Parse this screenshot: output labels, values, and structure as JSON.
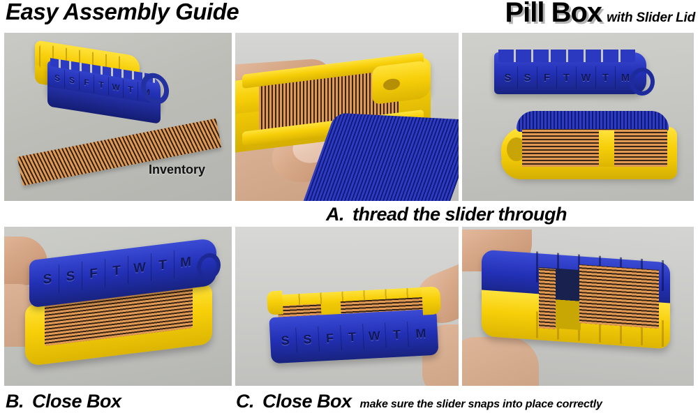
{
  "header": {
    "left_title": "Easy Assembly Guide",
    "product_title": "Pill Box",
    "product_subtitle": "with Slider Lid"
  },
  "day_letters": [
    "S",
    "S",
    "F",
    "T",
    "W",
    "T",
    "M"
  ],
  "panels": [
    {
      "id": "panel-inventory",
      "position": "top-left",
      "annotation": "Inventory",
      "contents": "yellow base tray, blue slider lid with day letters, orange flexible slider strip"
    },
    {
      "id": "panel-thread",
      "position": "top-center",
      "annotation": "",
      "contents": "hand holding yellow base while threading orange and blue slider strip through"
    },
    {
      "id": "panel-threaded",
      "position": "top-right",
      "annotation": "",
      "contents": "blue lid above yellow base with slider looped around base"
    },
    {
      "id": "panel-closed-top",
      "position": "bottom-left",
      "annotation": "",
      "contents": "closed pill box viewed from above, blue lid on yellow base"
    },
    {
      "id": "panel-closed-front",
      "position": "bottom-center",
      "annotation": "",
      "contents": "closed pill box front view with finger, slider segments visible"
    },
    {
      "id": "panel-snap-detail",
      "position": "bottom-right",
      "annotation": "",
      "contents": "angled close-up of closed box showing slider snapped into place"
    }
  ],
  "captions": {
    "a": {
      "letter": "A.",
      "text": "thread the slider through",
      "note": ""
    },
    "b": {
      "letter": "B.",
      "text": "Close Box",
      "note": ""
    },
    "c": {
      "letter": "C.",
      "text": "Close Box",
      "note": "make sure the slider snaps into place correctly"
    }
  },
  "colors": {
    "base_yellow": "#f7cf09",
    "lid_blue": "#2230b6",
    "slider_orange": "#e09a55",
    "photo_background": "#c2c2be",
    "page_background": "#ffffff",
    "text": "#000000"
  }
}
